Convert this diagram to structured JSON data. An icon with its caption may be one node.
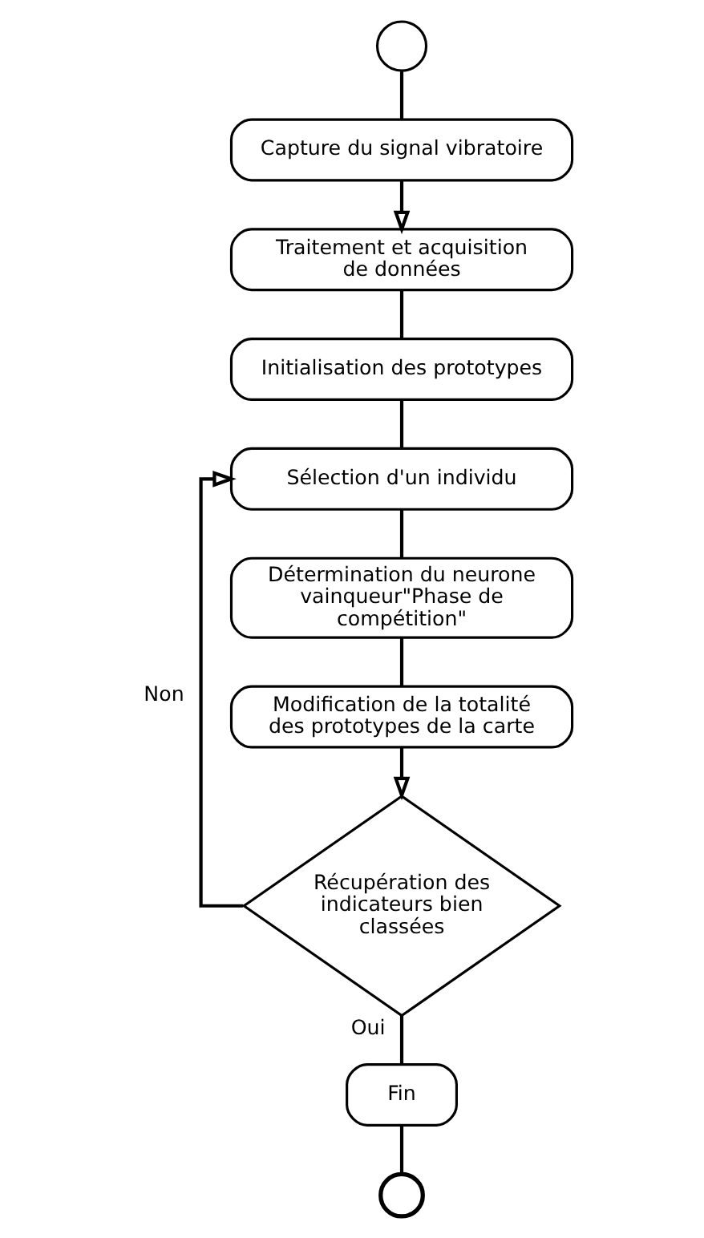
{
  "diagram": {
    "nodes": [
      {
        "text": [],
        "shape": "circle"
      },
      {
        "text": [
          "Capture du signal vibratoire"
        ]
      },
      {
        "text": [
          "Traitement et acquisition de données"
        ]
      },
      {
        "text": [
          "Initialisation des prototypes"
        ]
      },
      {
        "text": [
          "Sélection d'un individu"
        ]
      },
      {
        "text": [
          "Détermination du neurone vainqueur\"Phase de compétition\""
        ]
      },
      {
        "text": [
          "Modification de la totalité des prototypes de la carte"
        ]
      },
      {
        "text": [
          "Récupération des indicateurs bien classées"
        ]
      },
      {
        "text": [
          "Fin"
        ]
      },
      {
        "text": [],
        "shape": "circle"
      }
    ],
    "edges": [
      {
        "from": 0,
        "to": 1,
        "arrow": "none"
      },
      {
        "from": 1,
        "to": 2,
        "arrow": "to"
      },
      {
        "from": 2,
        "to": 3,
        "arrow": "none"
      },
      {
        "from": 3,
        "to": 4,
        "arrow": "none"
      },
      {
        "from": 4,
        "to": 5,
        "arrow": "none"
      },
      {
        "from": 5,
        "to": 6,
        "arrow": "none"
      },
      {
        "from": 6,
        "to": 7,
        "arrow": "to"
      },
      {
        "from": 7,
        "to": 4,
        "arrow": "to",
        "label": "Non"
      },
      {
        "from": 7,
        "to": 8,
        "arrow": "none",
        "label": "Oui"
      },
      {
        "from": 8,
        "to": 9,
        "arrow": "none"
      }
    ]
  }
}
